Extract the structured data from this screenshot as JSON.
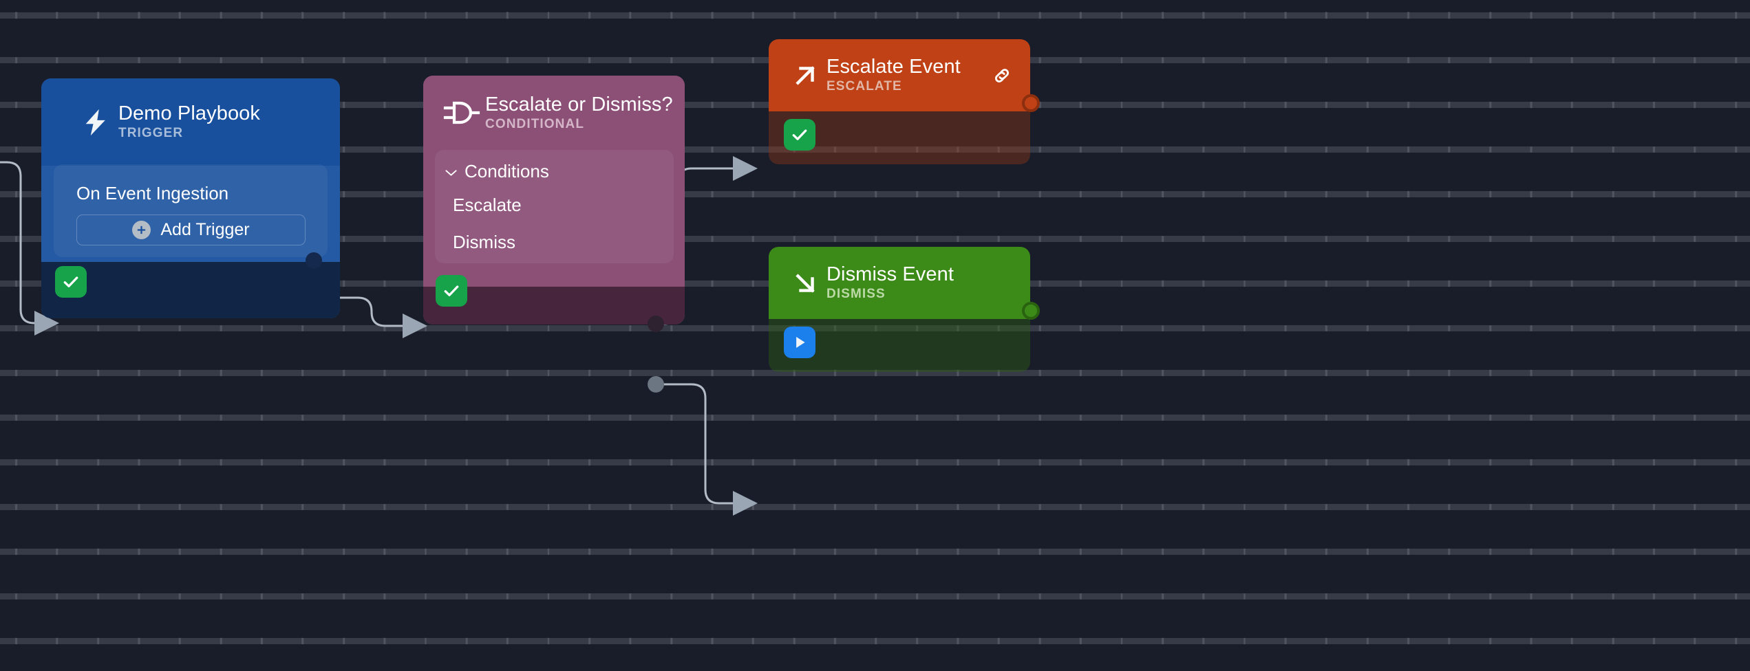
{
  "canvas": {
    "background_color": "#191d29",
    "grid": "dot-grid"
  },
  "nodes": [
    {
      "id": "trigger",
      "title": "Demo Playbook",
      "subtitle": "TRIGGER",
      "icon": "lightning-bolt-icon",
      "color": "#18509e",
      "status_badge": "check-icon",
      "panel": {
        "item_label": "On Event Ingestion",
        "add_button_label": "Add Trigger",
        "add_button_icon": "plus-circle-icon"
      }
    },
    {
      "id": "conditional",
      "title": "Escalate or Dismiss?",
      "subtitle": "CONDITIONAL",
      "icon": "logic-gate-icon",
      "color": "#8c5077",
      "status_badge": "check-icon",
      "panel": {
        "section_label": "Conditions",
        "section_chevron": "chevron-down-icon",
        "rows": [
          {
            "label": "Escalate",
            "port_color": "#2f2230"
          },
          {
            "label": "Dismiss",
            "port_color": "#6b7682"
          }
        ]
      }
    },
    {
      "id": "escalate",
      "title": "Escalate Event",
      "subtitle": "ESCALATE",
      "icon": "arrow-up-right-icon",
      "color": "#bf4115",
      "status_badge": "check-icon",
      "action_icon": "link-icon"
    },
    {
      "id": "dismiss",
      "title": "Dismiss Event",
      "subtitle": "DISMISS",
      "icon": "arrow-down-right-icon",
      "color": "#3c8a18",
      "status_badge": "play-icon"
    }
  ],
  "edges": [
    {
      "from": "offscreen-left",
      "to": "trigger"
    },
    {
      "from": "trigger.on-event-ingestion",
      "to": "conditional"
    },
    {
      "from": "conditional.escalate",
      "to": "escalate"
    },
    {
      "from": "conditional.dismiss",
      "to": "dismiss"
    }
  ],
  "colors": {
    "edge": "#b3bcc6",
    "badge_ok": "#16a34a",
    "badge_play": "#1b7fec",
    "background": "#191d29"
  }
}
